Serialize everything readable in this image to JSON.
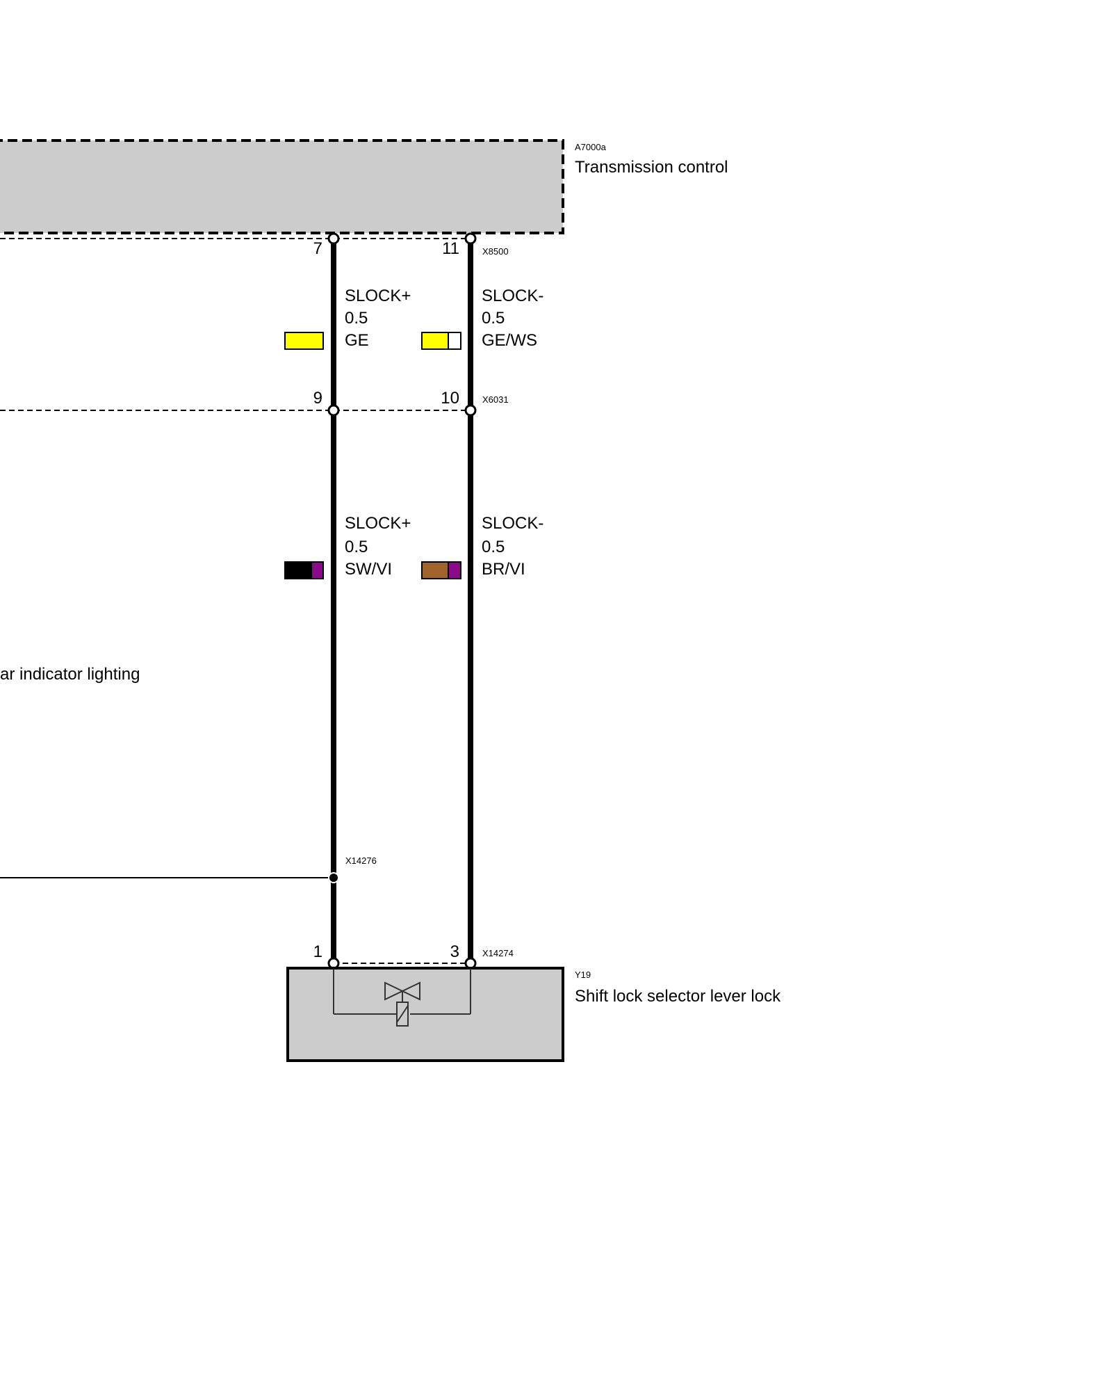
{
  "components": {
    "transmission": {
      "id": "A7000a",
      "name": "Transmission control"
    },
    "shift_lock": {
      "id": "Y19",
      "name": "Shift lock selector lever lock"
    },
    "partial_label": "ar indicator lighting"
  },
  "connectors": {
    "x8500": {
      "id": "X8500",
      "pin_left": "7",
      "pin_right": "11"
    },
    "x6031": {
      "id": "X6031",
      "pin_left": "9",
      "pin_right": "10"
    },
    "x14276": {
      "id": "X14276"
    },
    "x14274": {
      "id": "X14274",
      "pin_left": "1",
      "pin_right": "3"
    }
  },
  "wires": {
    "upper_left": {
      "signal": "SLOCK+",
      "gauge": "0.5",
      "color_code": "GE"
    },
    "upper_right": {
      "signal": "SLOCK-",
      "gauge": "0.5",
      "color_code": "GE/WS"
    },
    "lower_left": {
      "signal": "SLOCK+",
      "gauge": "0.5",
      "color_code": "SW/VI"
    },
    "lower_right": {
      "signal": "SLOCK-",
      "gauge": "0.5",
      "color_code": "BR/VI"
    }
  },
  "colors": {
    "GE": "#ffff00",
    "WS": "#ffffff",
    "SW": "#000000",
    "VI": "#8b0a8b",
    "BR": "#a0632c",
    "component_fill": "#cccccc"
  }
}
